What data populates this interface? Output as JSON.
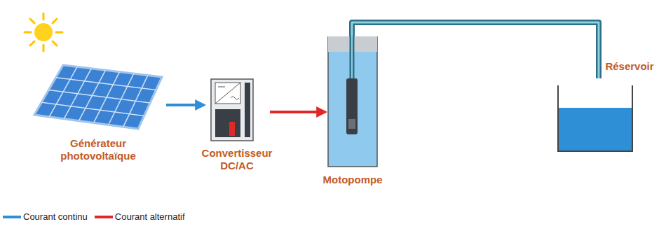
{
  "diagram": {
    "nodes": [
      {
        "text": [
          "Générateur photovoltaïque"
        ]
      },
      {
        "text": [
          "Convertisseur DC/AC"
        ]
      },
      {
        "text": [
          "Motopompe"
        ]
      },
      {
        "text": [
          "Réservoir"
        ]
      }
    ],
    "edges": [
      {
        "from": 0,
        "to": 1,
        "arrow": "to"
      },
      {
        "from": 1,
        "to": 2,
        "arrow": "to"
      },
      {
        "from": 2,
        "to": 3,
        "arrow": "none"
      }
    ],
    "legend": [
      {
        "text": "Courant continu",
        "color": "#2f8fd6"
      },
      {
        "text": "Courant alternatif",
        "color": "#e02828"
      }
    ]
  }
}
